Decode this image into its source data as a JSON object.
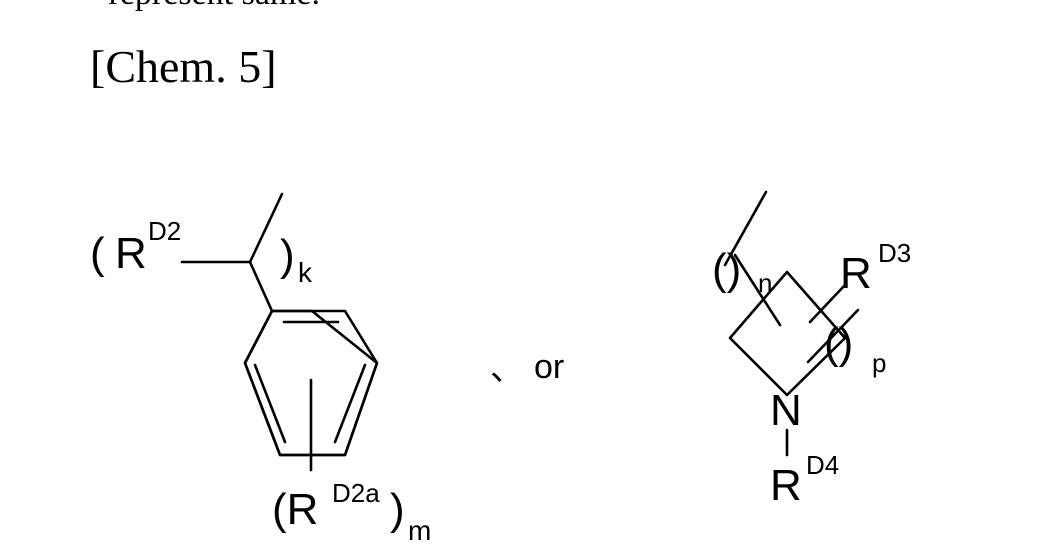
{
  "header": {
    "fragment_text": "— represent same.",
    "label": "[Chem. 5]"
  },
  "structure_a": {
    "open_paren": "(",
    "r_group": "R",
    "r_group_sup": "D2",
    "close_paren": ")",
    "k_subscript": "k",
    "sub_open": "(R",
    "sub_sup": "D2a",
    "sub_close": ")",
    "m_subscript": "m"
  },
  "separator": {
    "comma": "、",
    "or_text": "or"
  },
  "structure_b": {
    "n_paren": "()",
    "n_subscript": "n",
    "r_d3": "R",
    "r_d3_sup": "D3",
    "p_paren": "()",
    "p_subscript": "p",
    "nitrogen": "N",
    "r_d4": "R",
    "r_d4_sup": "D4"
  }
}
